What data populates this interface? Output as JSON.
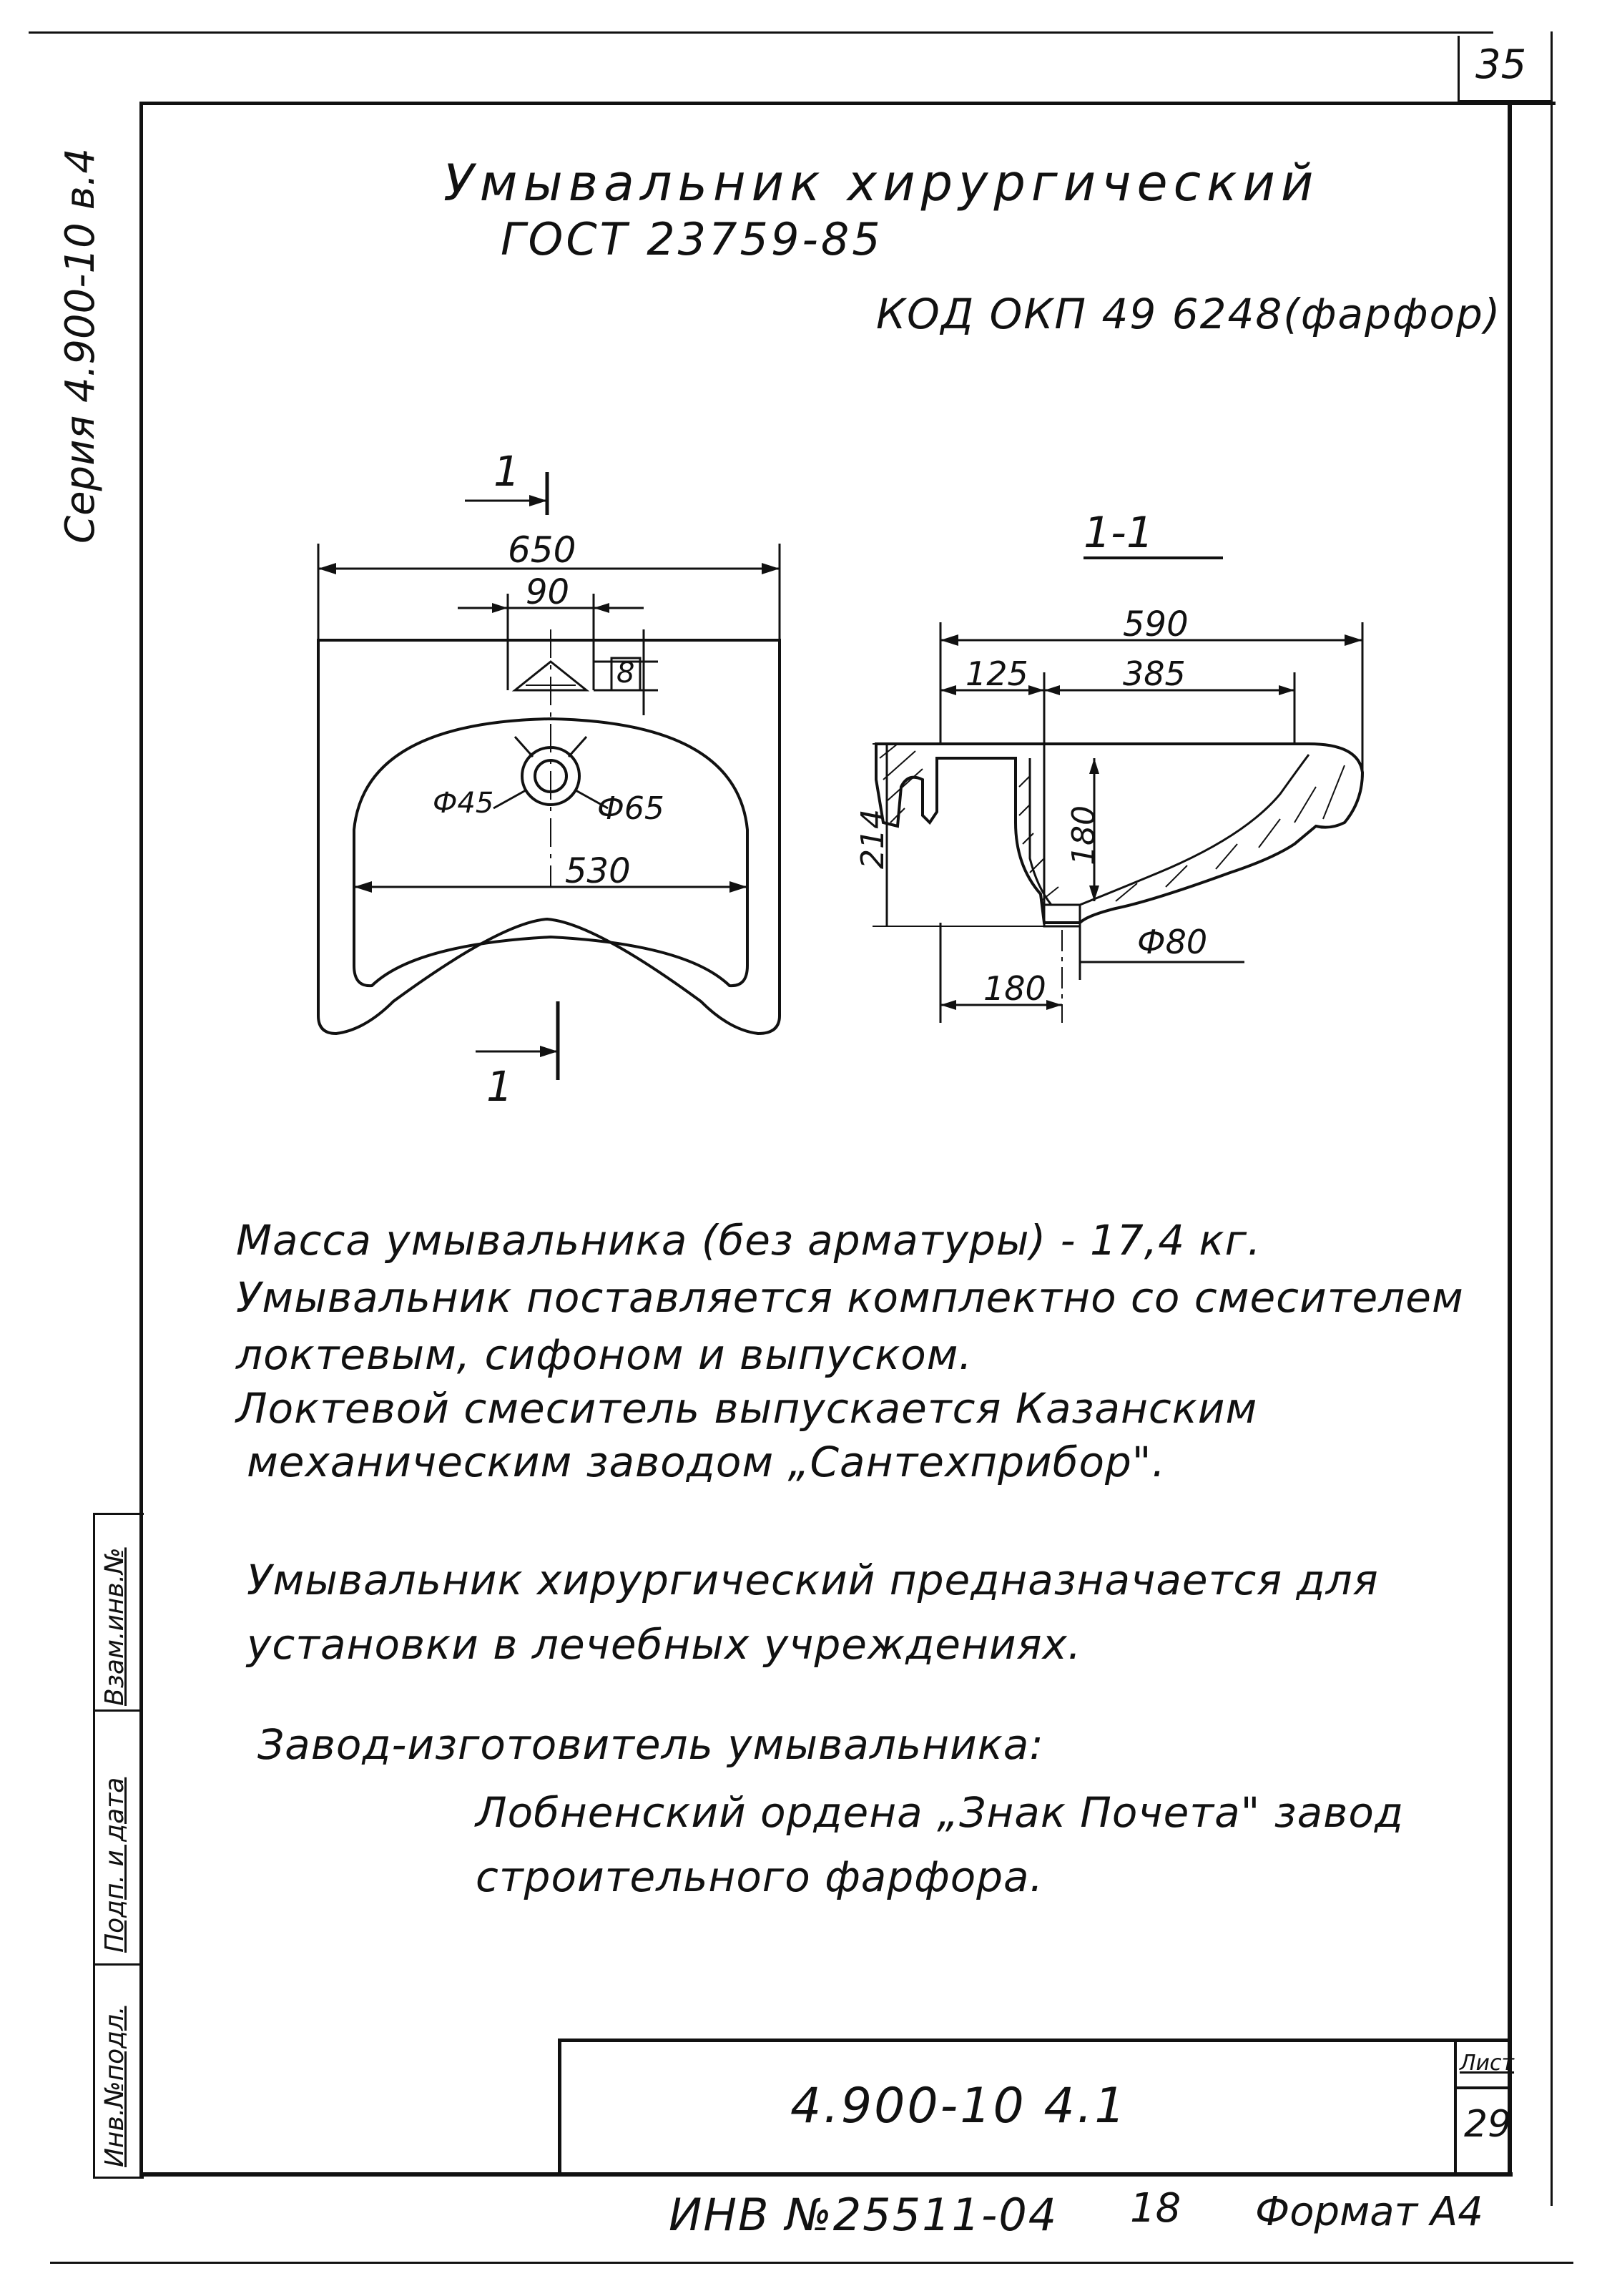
{
  "sheet_number_top": "35",
  "side_series": "Серия 4.900-10 в.4",
  "title": "Умывальник хирургический",
  "standard": "ГОСТ 23759-85",
  "okp_code": "КОД ОКП 49 6248(фарфор)",
  "drawing": {
    "section_mark": "1",
    "section_title": "1-1",
    "dim_650": "650",
    "dim_90": "90",
    "dim_8": "8",
    "dim_d45": "Ф45",
    "dim_d65": "Ф65",
    "dim_530": "530",
    "dim_590": "590",
    "dim_125": "125",
    "dim_385": "385",
    "dim_214": "214",
    "dim_180_v": "180",
    "dim_d80": "Ф80",
    "dim_180_h": "180"
  },
  "notes": [
    "Масса умывальника (без арматуры) - 17,4 кг.",
    "Умывальник поставляется комплектно со смесителем",
    "локтевым, сифоном и выпуском.",
    "Локтевой смеситель выпускается Казанским",
    "механическим заводом „Сантехприбор\"."
  ],
  "purpose": [
    "Умывальник хирургический предназначается для",
    "установки в лечебных учреждениях."
  ],
  "manufacturer_label": "Завод-изготовитель умывальника:",
  "manufacturer": [
    "Лобненский ордена „Знак Почета\" завод",
    "строительного фарфора."
  ],
  "stamp": {
    "doc_code": "4.900-10 4.1",
    "sheet_label": "Лист",
    "sheet_number": "29"
  },
  "left_strip": {
    "inv_podl": "Инв.№подл.",
    "podp_data": "Подп. и дата",
    "vzam_inv": "Взам.инв.№"
  },
  "footer": {
    "inv_number": "ИНВ №25511-04",
    "copy": "18",
    "format": "Формат А4"
  }
}
